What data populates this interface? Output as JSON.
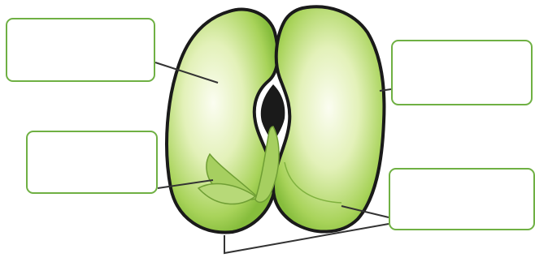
{
  "diagram": {
    "labels": [
      {
        "id": "label-a",
        "text": ""
      },
      {
        "id": "label-b",
        "text": ""
      },
      {
        "id": "label-c",
        "text": ""
      },
      {
        "id": "label-d",
        "text": ""
      }
    ],
    "colors": {
      "seed_outline": "#1a1a1a",
      "seed_edge_green": "#8fc145",
      "seed_center": "#f7fbe8",
      "embryo_green": "#a6cf60",
      "box_border": "#6fb043"
    }
  }
}
